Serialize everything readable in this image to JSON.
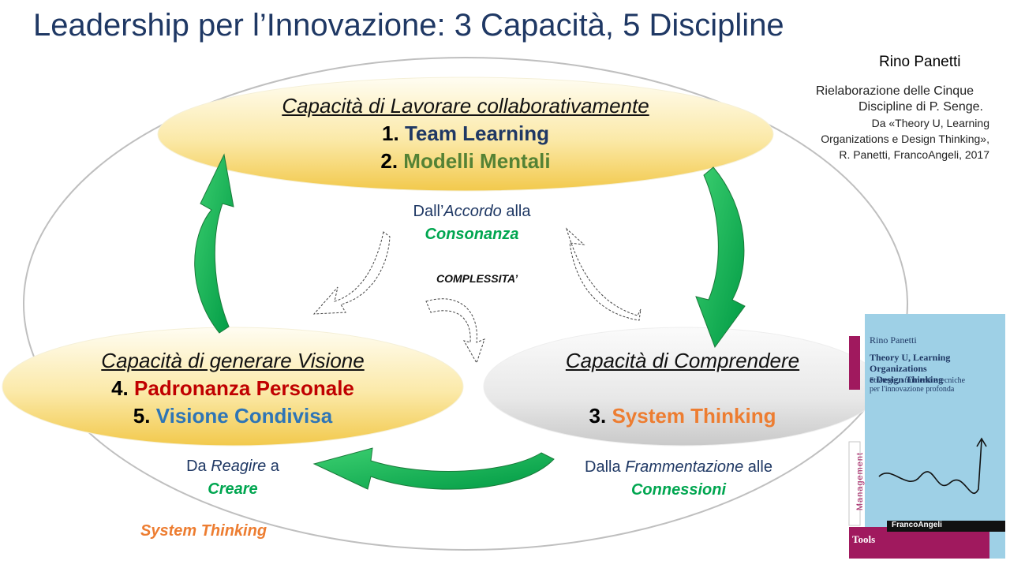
{
  "title": "Leadership per l’Innovazione:  3 Capacità, 5 Discipline",
  "author": "Rino Panetti",
  "credit": {
    "line1": "Rielaborazione delle Cinque",
    "line2": "Discipline di P. Senge.",
    "line3": "Da «Theory U, Learning",
    "line4": "Organizations e Design Thinking»,",
    "line5": "R. Panetti, FrancoAngeli, 2017"
  },
  "top_capacity": {
    "heading": "Capacità di Lavorare collaborativamente",
    "d1_num": "1.",
    "d1_name": "Team Learning",
    "d2_num": "2.",
    "d2_name": "Modelli Mentali"
  },
  "left_capacity": {
    "heading": "Capacità di generare Visione",
    "d4_num": "4.",
    "d4_name": "Padronanza Personale",
    "d5_num": "5.",
    "d5_name": "Visione Condivisa"
  },
  "right_capacity": {
    "heading": "Capacità di Comprendere",
    "d3_num": "3.",
    "d3_name": "System Thinking"
  },
  "transitions": {
    "top_pre": "Dall’",
    "top_em": "Accordo",
    "top_post": " alla",
    "top_target": "Consonanza",
    "left_pre": "Da ",
    "left_em": "Reagire",
    "left_post": " a",
    "left_target": "Creare",
    "right_pre": "Dalla ",
    "right_em": "Frammentazione",
    "right_post": " alle",
    "right_target": "Connessioni"
  },
  "center_label": "COMPLESSITA’",
  "outer_label": "System Thinking",
  "book": {
    "author": "Rino Panetti",
    "title1": "Theory U, Learning Organizations",
    "title2": "e Design Thinking",
    "subtitle1": "Strategie, strumenti e tecniche",
    "subtitle2": "per l'innovazione profonda",
    "series": "Management",
    "publisher": "FrancoAngeli",
    "tools": "Tools"
  },
  "colors": {
    "title": "#1f3864",
    "green_arrow": "#00a650",
    "ellipse_yellow": "#f7d77a",
    "ellipse_grey": "#d9d9d9",
    "book_blue": "#9ed0e6",
    "book_magenta": "#a0195e"
  }
}
